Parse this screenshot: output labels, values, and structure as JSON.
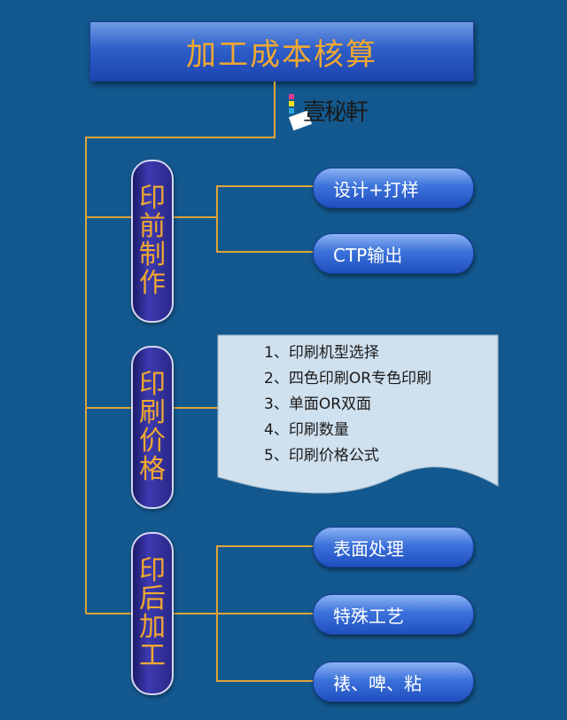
{
  "title": "加工成本核算",
  "logo": {
    "text": "壹秘軒"
  },
  "branches": [
    {
      "label": "印前制作",
      "items": [
        "设计+打样",
        "CTP输出"
      ]
    },
    {
      "label": "印刷价格",
      "notes": [
        "1、印刷机型选择",
        "2、四色印刷OR专色印刷",
        "3、单面OR双面",
        "4、印刷数量",
        "5、印刷价格公式"
      ]
    },
    {
      "label": "印后加工",
      "items": [
        "表面处理",
        "特殊工艺",
        "裱、啤、粘"
      ]
    }
  ],
  "colors": {
    "background": "#13598f",
    "accent": "#f0a830",
    "connector": "#e0a437"
  }
}
